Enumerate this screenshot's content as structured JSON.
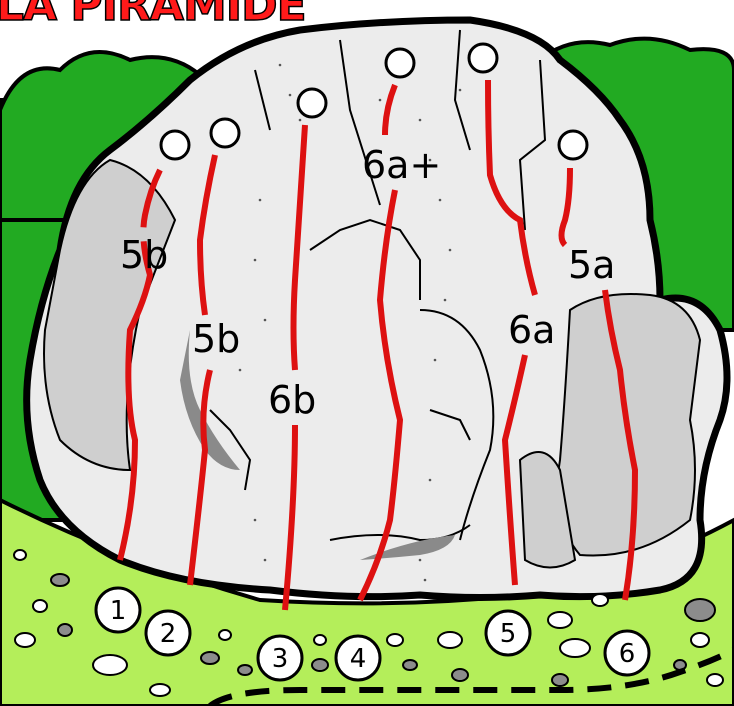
{
  "title": "LA PIRAMIDE",
  "colors": {
    "title": "#ff1a1a",
    "sky": "#ffffff",
    "trees": "#22aa22",
    "grass": "#b4ee5a",
    "rock": "#ececec",
    "rock_shadow": "#cfcfcf",
    "route": "#dd1111",
    "outline": "#000000",
    "pebble": "#8c8c8c"
  },
  "routes": [
    {
      "number": "1",
      "grade": "5b"
    },
    {
      "number": "2",
      "grade": "5b"
    },
    {
      "number": "3",
      "grade": "6b"
    },
    {
      "number": "4",
      "grade": "6a+"
    },
    {
      "number": "5",
      "grade": "6a"
    },
    {
      "number": "6",
      "grade": "5a"
    }
  ],
  "anchor_icon": "belay-anchor-circle",
  "path_style": "dashed-approach-trail"
}
